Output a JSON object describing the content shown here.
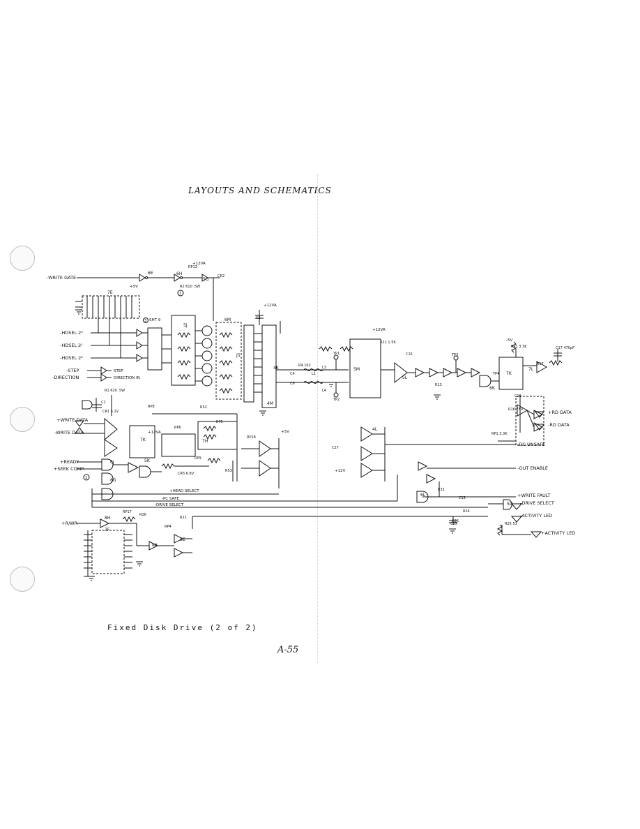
{
  "header": {
    "title": "LAYOUTS AND SCHEMATICS"
  },
  "caption": "Fixed Disk Drive (2 of 2)",
  "page_number": "A-55",
  "signals_left": [
    {
      "label": "-WRITE GATE"
    },
    {
      "label": "-HDSEL 2⁰"
    },
    {
      "label": "-HDSEL 2¹"
    },
    {
      "label": "-HDSEL 2²"
    },
    {
      "label": "-STEP"
    },
    {
      "label": "-DIRECTION"
    },
    {
      "label": "+WRITE DATA"
    },
    {
      "label": "-WRITE DATA"
    },
    {
      "label": "+READY"
    },
    {
      "label": "+SEEK COMP."
    },
    {
      "label": "+R/WR"
    }
  ],
  "signals_right": [
    {
      "label": "+RD DATA"
    },
    {
      "label": "-RD DATA"
    },
    {
      "label": "-DC UNSAFE"
    },
    {
      "label": "-OUT ENABLE"
    },
    {
      "label": "+WRITE FAULT"
    },
    {
      "label": "-DRIVE SELECT"
    },
    {
      "label": "-ACTIVITY LED"
    },
    {
      "label": "+ACTIVITY LED"
    }
  ],
  "net_labels": {
    "step": "STEP",
    "direction_in": "DIRECTION IN",
    "sht9": "SHT 9",
    "head_select": "+HEAD SELECT",
    "pc_safe": "-PC SAFE",
    "drive_select_bus": "-DRIVE SELECT",
    "plus12va": "+12VA",
    "plus5v": "+5V",
    "minus5v": "-5V",
    "plus12v": "+12V"
  },
  "chips": [
    {
      "label": "6E"
    },
    {
      "label": "6H"
    },
    {
      "label": "5G"
    },
    {
      "label": "7E"
    },
    {
      "label": "5J"
    },
    {
      "label": "6M"
    },
    {
      "label": "J5"
    },
    {
      "label": "4K"
    },
    {
      "label": "5M"
    },
    {
      "label": "7K"
    },
    {
      "label": "7H"
    },
    {
      "label": "6J"
    },
    {
      "label": "5K"
    },
    {
      "label": "6G"
    },
    {
      "label": "8H"
    },
    {
      "label": "7F"
    },
    {
      "label": "8A"
    },
    {
      "label": "5E"
    },
    {
      "label": "5L"
    },
    {
      "label": "6K"
    },
    {
      "label": "7L"
    },
    {
      "label": "5D"
    },
    {
      "label": "6L"
    },
    {
      "label": "4M"
    },
    {
      "label": "4L"
    }
  ],
  "components": [
    {
      "label": "RP13"
    },
    {
      "label": "R2 610 .5W"
    },
    {
      "label": "CR2"
    },
    {
      "label": "C2"
    },
    {
      "label": "R4 162"
    },
    {
      "label": "L1"
    },
    {
      "label": "L3"
    },
    {
      "label": "L4"
    },
    {
      "label": "C4"
    },
    {
      "label": "C6"
    },
    {
      "label": "TP1"
    },
    {
      "label": "TP2"
    },
    {
      "label": "TP3"
    },
    {
      "label": "TP4"
    },
    {
      "label": "R11 1.5K"
    },
    {
      "label": "C15"
    },
    {
      "label": "C17 470pF"
    },
    {
      "label": "RP1 3.3K"
    },
    {
      "label": "R17"
    },
    {
      "label": "C16"
    },
    {
      "label": "R16 750"
    },
    {
      "label": "RP1 3.3K"
    },
    {
      "label": "RP5"
    },
    {
      "label": "RP6"
    },
    {
      "label": "RP8"
    },
    {
      "label": "RP9"
    },
    {
      "label": "RP18"
    },
    {
      "label": "R13"
    },
    {
      "label": "R31"
    },
    {
      "label": "C13"
    },
    {
      "label": "C26"
    },
    {
      "label": "C27"
    },
    {
      "label": "R24"
    },
    {
      "label": "R25 51"
    },
    {
      "label": "CR1 5.1V"
    },
    {
      "label": "C1"
    },
    {
      "label": "R1 620 .5W"
    },
    {
      "label": "R52"
    },
    {
      "label": "CR5 6.8V"
    },
    {
      "label": "R53"
    },
    {
      "label": "R26"
    },
    {
      "label": "RP17"
    },
    {
      "label": "RP4"
    },
    {
      "label": "R21"
    },
    {
      "label": "C25"
    }
  ],
  "marks": {
    "circled_1": "1",
    "circled_3": "3"
  }
}
